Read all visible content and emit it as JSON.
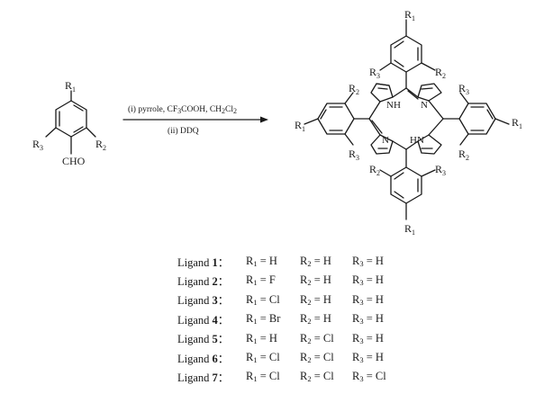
{
  "reactant": {
    "substituents": {
      "r1": "R",
      "r2": "R",
      "r3": "R"
    },
    "subscripts": {
      "r1": "1",
      "r2": "2",
      "r3": "3"
    },
    "cho": "CHO"
  },
  "conditions": {
    "line1": "(i) pyrrole, CF3COOH, CH2Cl2",
    "line2": "(ii) DDQ"
  },
  "product": {
    "nh_label": "NH",
    "hn_label": "HN",
    "n_label": "N",
    "r_letter": "R",
    "subs": {
      "one": "1",
      "two": "2",
      "three": "3"
    }
  },
  "ligands": [
    {
      "name": "Ligand",
      "num": "1",
      "sep": "：",
      "r1": "= H",
      "r2": "= H",
      "r3": "= H"
    },
    {
      "name": "Ligand",
      "num": "2",
      "sep": "：",
      "r1": "= F",
      "r2": "= H",
      "r3": "= H"
    },
    {
      "name": "Ligand",
      "num": "3",
      "sep": "：",
      "r1": "= Cl",
      "r2": "= H",
      "r3": "= H"
    },
    {
      "name": "Ligand",
      "num": "4",
      "sep": "：",
      "r1": "= Br",
      "r2": "= H",
      "r3": "= H"
    },
    {
      "name": "Ligand",
      "num": "5",
      "sep": "：",
      "r1": "= H",
      "r2": "= Cl",
      "r3": "= H"
    },
    {
      "name": "Ligand",
      "num": "6",
      "sep": "：",
      "r1": "= Cl",
      "r2": "= Cl",
      "r3": "= H"
    },
    {
      "name": "Ligand",
      "num": "7",
      "sep": "：",
      "r1": "= Cl",
      "r2": "= Cl",
      "r3": "= Cl"
    }
  ],
  "labels": {
    "R": "R",
    "sub1": "1",
    "sub2": "2",
    "sub3": "3"
  }
}
